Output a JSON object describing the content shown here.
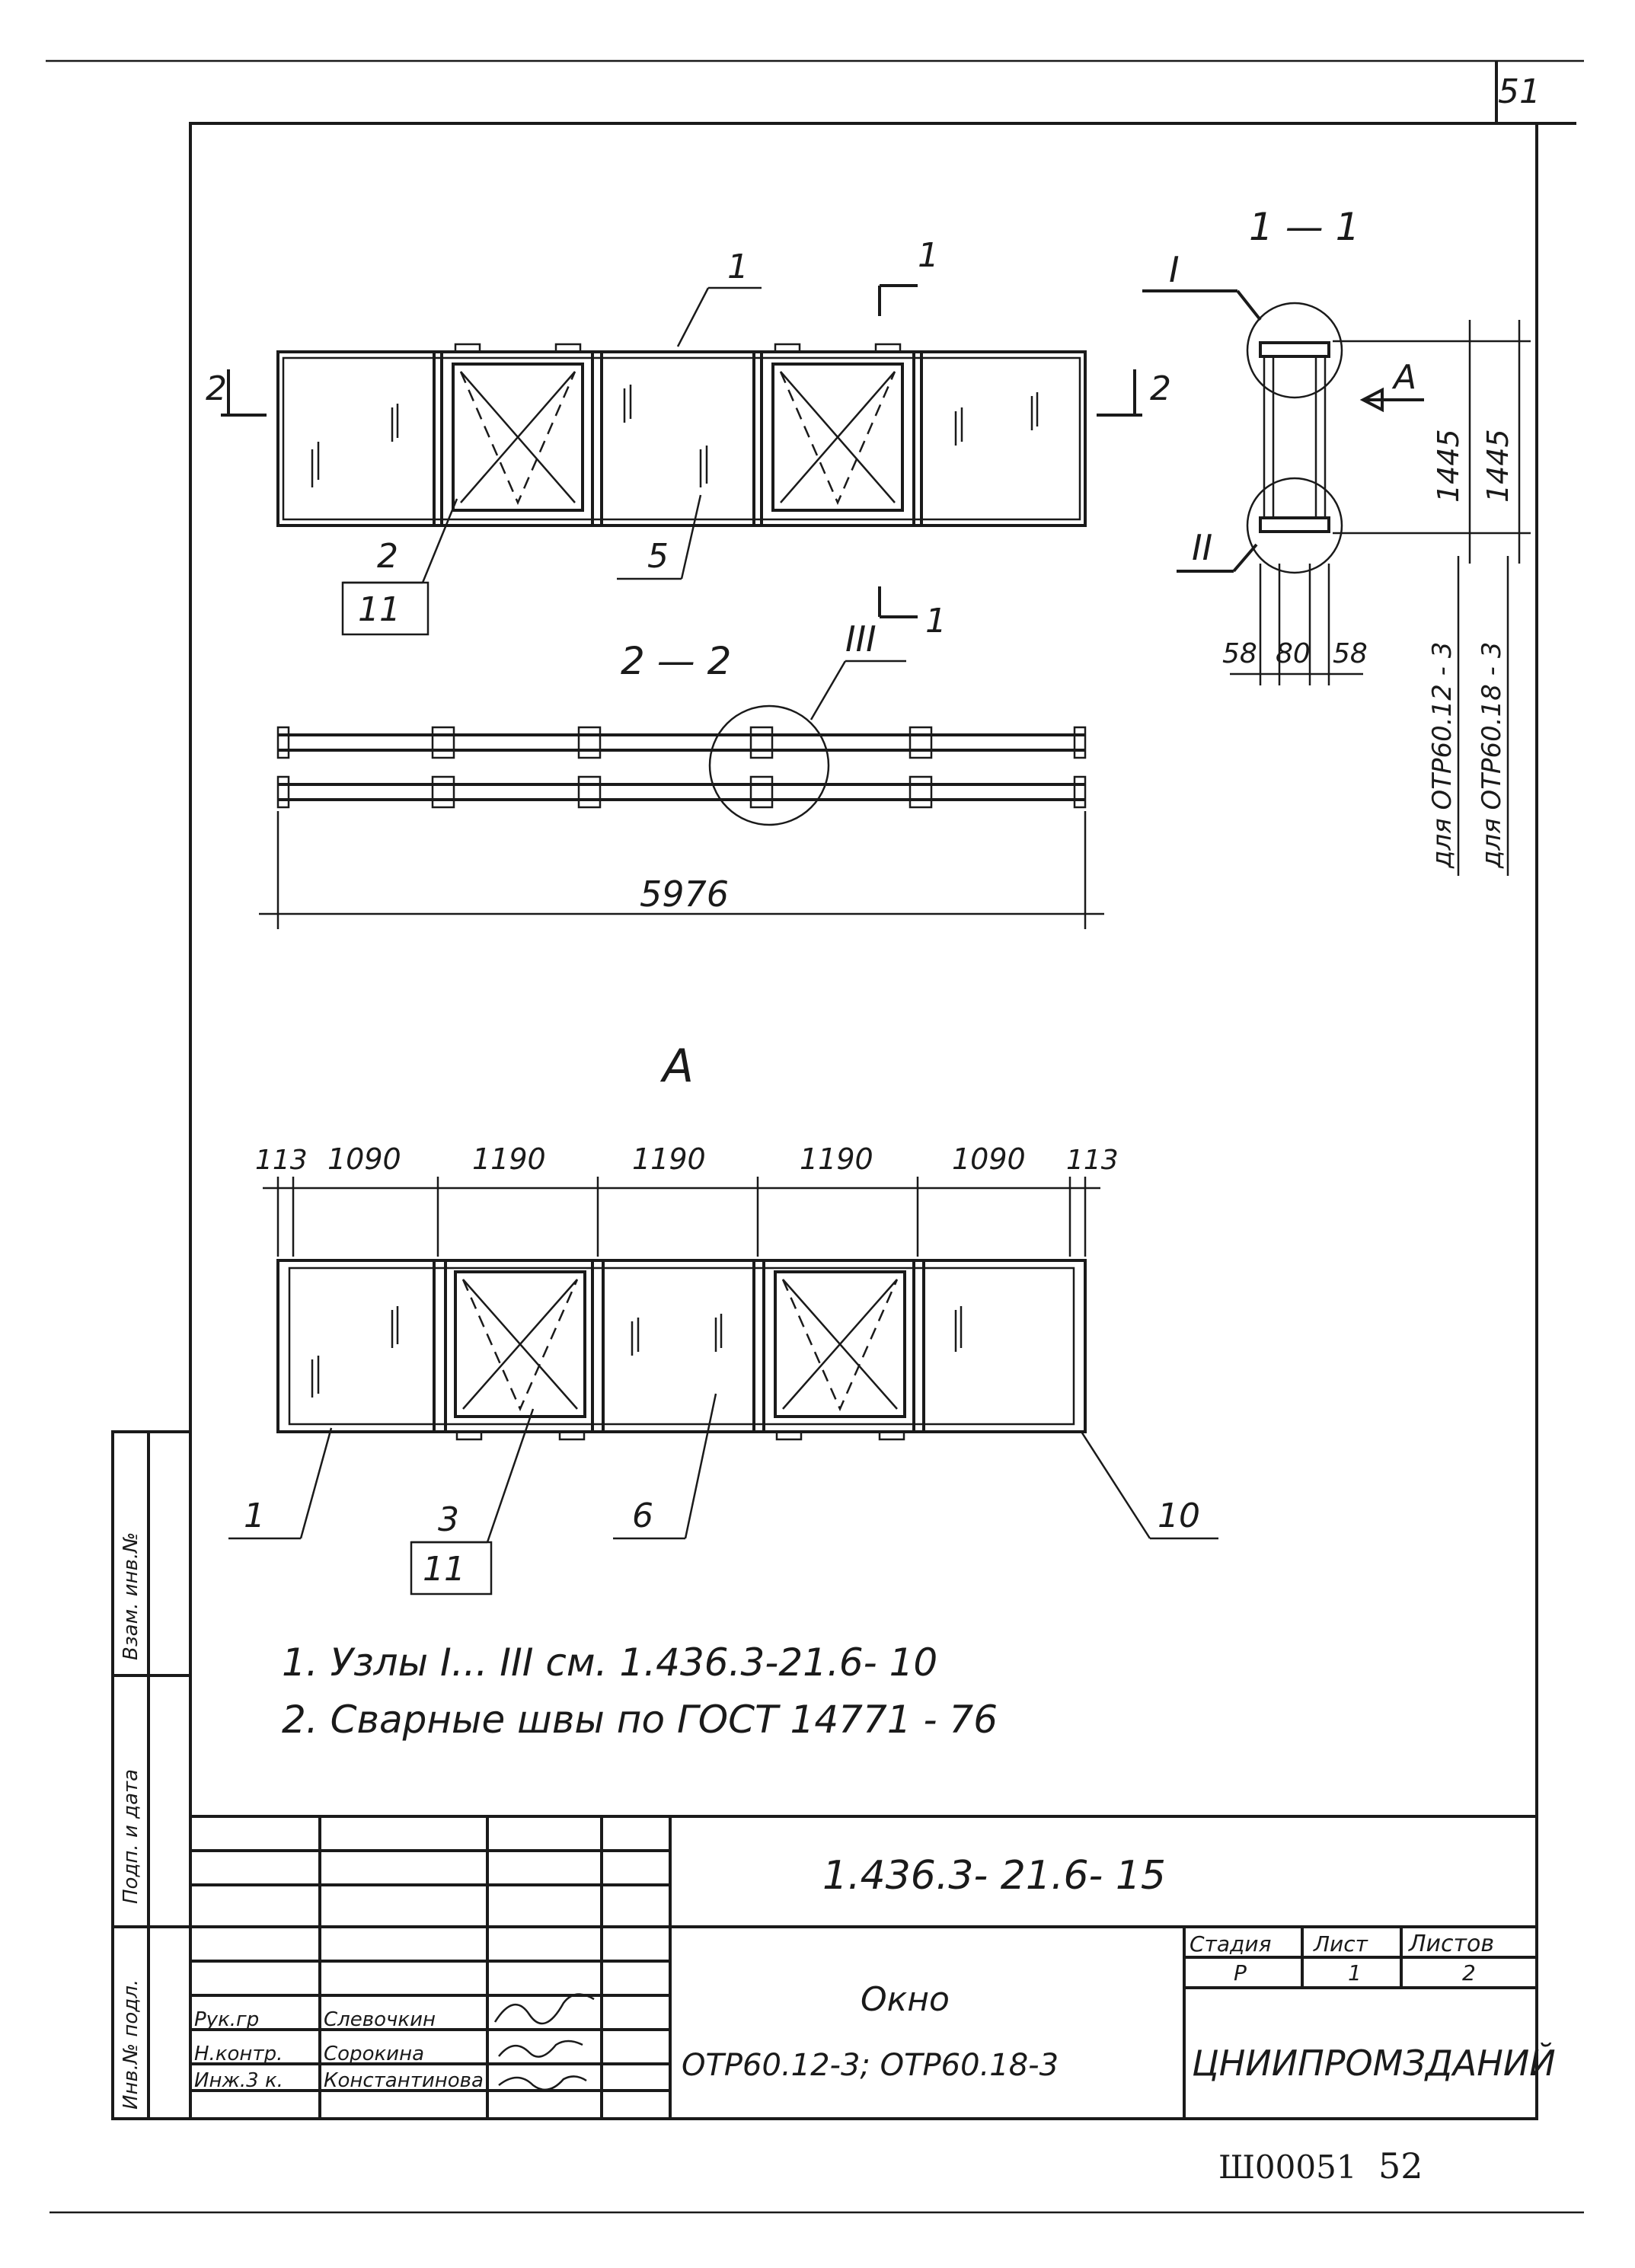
{
  "sheet_number": "51",
  "stamp_number": "Ш00051",
  "stamp_page": "52",
  "section_1_1": "1 — 1",
  "section_2_2": "2 — 2",
  "view_a": "А",
  "cut_mark_1": "1",
  "cut_mark_2": "2",
  "callouts": {
    "c1_top": "1",
    "c2": "2",
    "c11_top": "11",
    "c5": "5",
    "c1_bottom": "1",
    "c3": "3",
    "c11_bottom": "11",
    "c6": "6",
    "c10": "10"
  },
  "nodes": {
    "n1": "I",
    "n2": "II",
    "n3": "III"
  },
  "section_view_mark": "А",
  "dimensions": {
    "total_length": "5976",
    "height_a": "1445",
    "height_b": "1445",
    "d58_left": "58",
    "d80": "80",
    "d58_right": "58",
    "label_for_12": "для ОТР60.12 - 3",
    "label_for_18": "для ОТР60.18 - 3",
    "plan": [
      "113",
      "1090",
      "1190",
      "1190",
      "1190",
      "1090",
      "113"
    ]
  },
  "notes": [
    "1. Узлы I... III см. 1.436.3-21.6- 10",
    "2. Сварные швы по ГОСТ 14771 - 76"
  ],
  "title_block": {
    "code": "1.436.3- 21.6- 15",
    "name": "Окно",
    "subname": "ОТР60.12-3; ОТР60.18-3",
    "stage_header": "Стадия",
    "sheet_header": "Лист",
    "sheets_header": "Листов",
    "stage": "Р",
    "sheet": "1",
    "sheets": "2",
    "org": "ЦНИИПРОМЗДАНИЙ",
    "rows": [
      {
        "role": "Рук.гр",
        "name": "Слевочкин"
      },
      {
        "role": "Н.контр.",
        "name": "Сорокина"
      },
      {
        "role": "Инж.3 к.",
        "name": "Константинова"
      }
    ]
  },
  "side_stamps": [
    "Инв.№ подл.",
    "Подп. и дата",
    "Взам. инв.№"
  ]
}
